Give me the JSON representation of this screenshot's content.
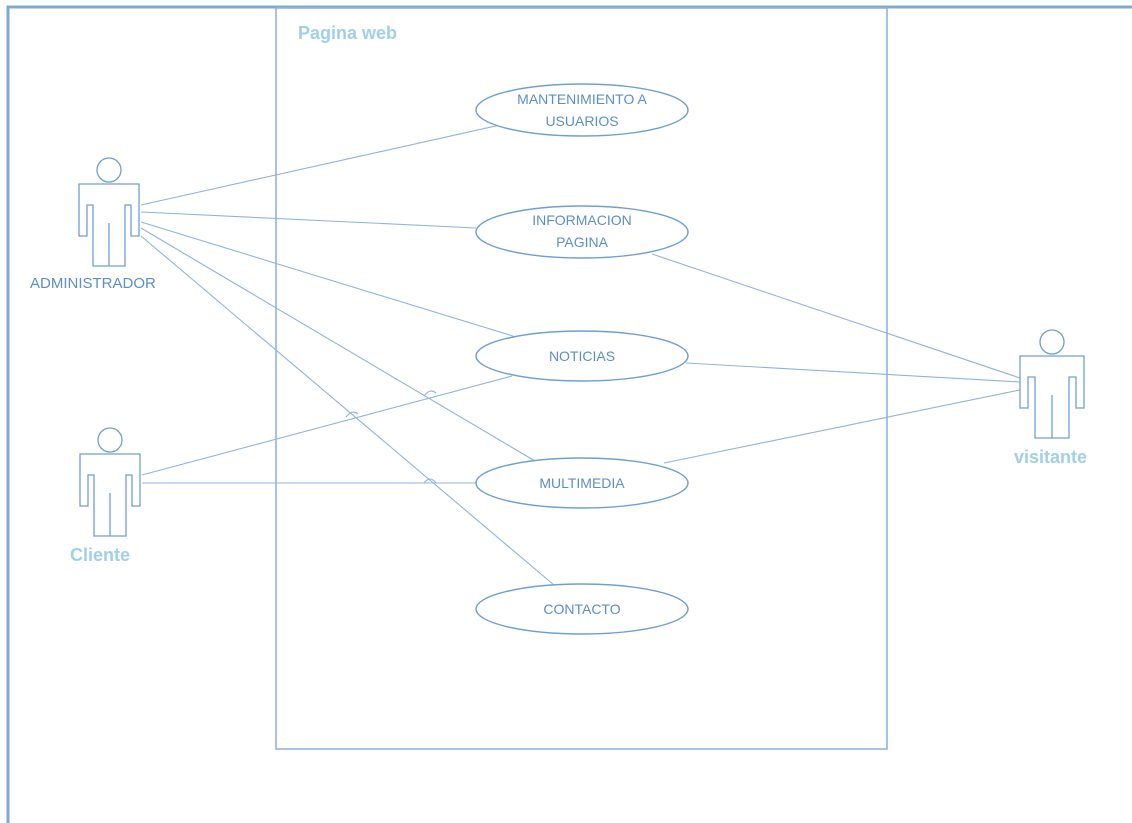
{
  "system": {
    "title": "Pagina web"
  },
  "actors": {
    "administrador": {
      "label": "ADMINISTRADOR"
    },
    "cliente": {
      "label": "Cliente"
    },
    "visitante": {
      "label": "visitante"
    }
  },
  "use_cases": {
    "mantenimiento": {
      "line1": "MANTENIMIENTO A",
      "line2": "USUARIOS"
    },
    "informacion": {
      "line1": "INFORMACION",
      "line2": "PAGINA"
    },
    "noticias": {
      "label": "NOTICIAS"
    },
    "multimedia": {
      "label": "MULTIMEDIA"
    },
    "contacto": {
      "label": "CONTACTO"
    }
  },
  "associations": [
    {
      "actor": "ADMINISTRADOR",
      "use_case": "MANTENIMIENTO A USUARIOS"
    },
    {
      "actor": "ADMINISTRADOR",
      "use_case": "INFORMACION PAGINA"
    },
    {
      "actor": "ADMINISTRADOR",
      "use_case": "NOTICIAS"
    },
    {
      "actor": "ADMINISTRADOR",
      "use_case": "MULTIMEDIA"
    },
    {
      "actor": "ADMINISTRADOR",
      "use_case": "CONTACTO"
    },
    {
      "actor": "Cliente",
      "use_case": "NOTICIAS"
    },
    {
      "actor": "Cliente",
      "use_case": "MULTIMEDIA"
    },
    {
      "actor": "visitante",
      "use_case": "INFORMACION PAGINA"
    },
    {
      "actor": "visitante",
      "use_case": "NOTICIAS"
    },
    {
      "actor": "visitante",
      "use_case": "MULTIMEDIA"
    }
  ]
}
